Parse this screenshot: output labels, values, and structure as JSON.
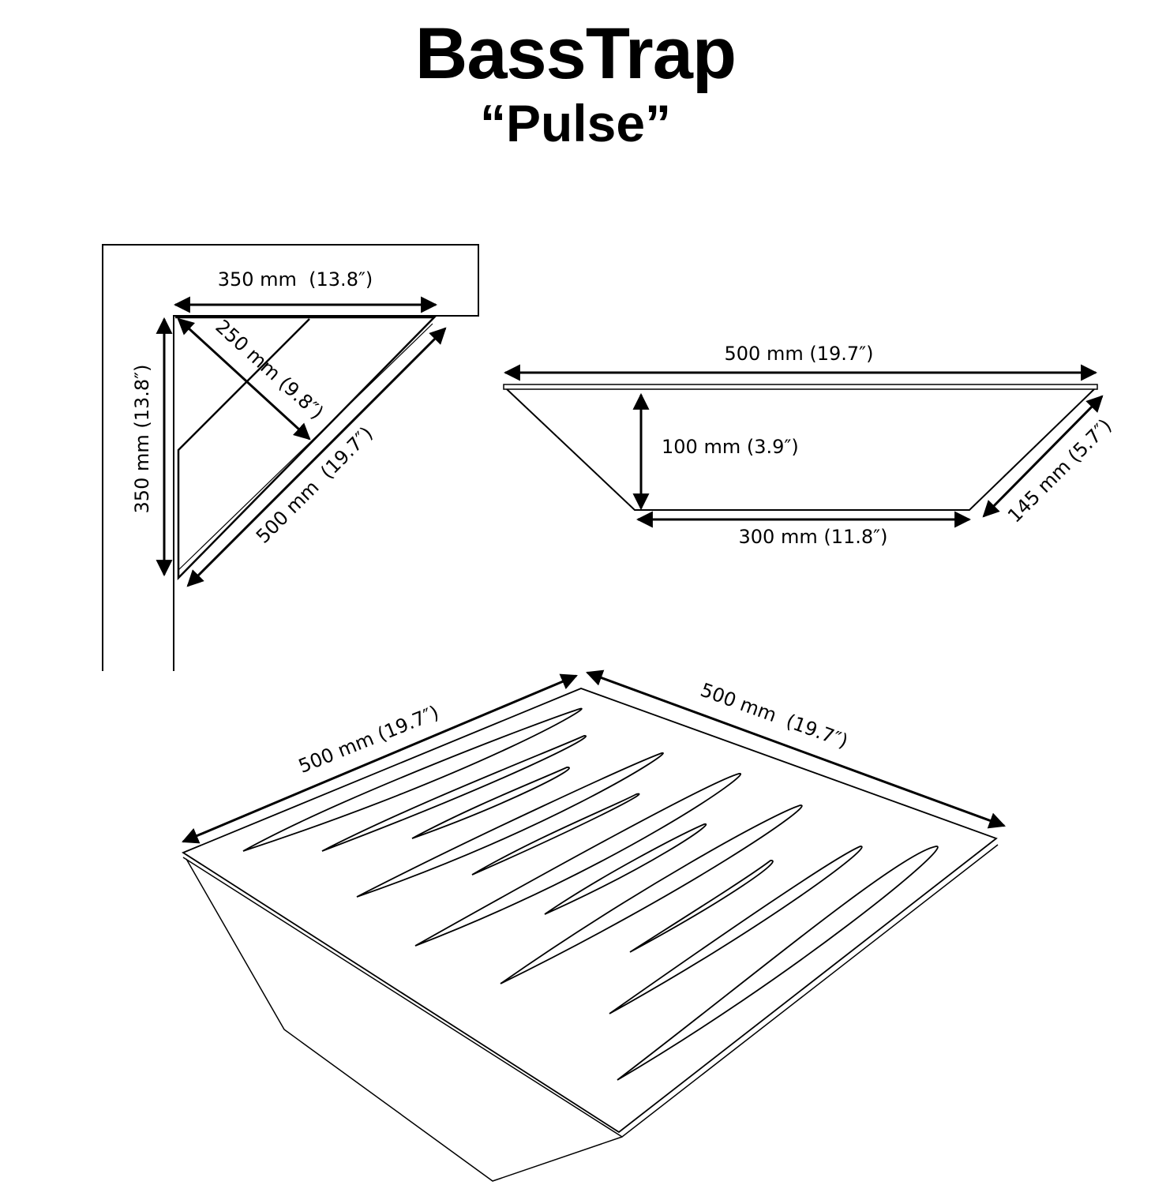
{
  "header": {
    "title": "BassTrap",
    "subtitle": "“Pulse”"
  },
  "corner_view": {
    "top_width": "350 mm  (13.8″)",
    "side_height": "350 mm (13.8″)",
    "depth": "250 mm (9.8″)",
    "front_width": "500 mm  (19.7″)"
  },
  "side_view": {
    "top_length": "500 mm (19.7″)",
    "height": "100 mm (3.9″)",
    "bottom_length": "300 mm (11.8″)",
    "slant": "145 mm (5.7″)"
  },
  "iso_view": {
    "left_edge": "500 mm (19.7″)",
    "right_edge": "500 mm  (19.7″)"
  }
}
